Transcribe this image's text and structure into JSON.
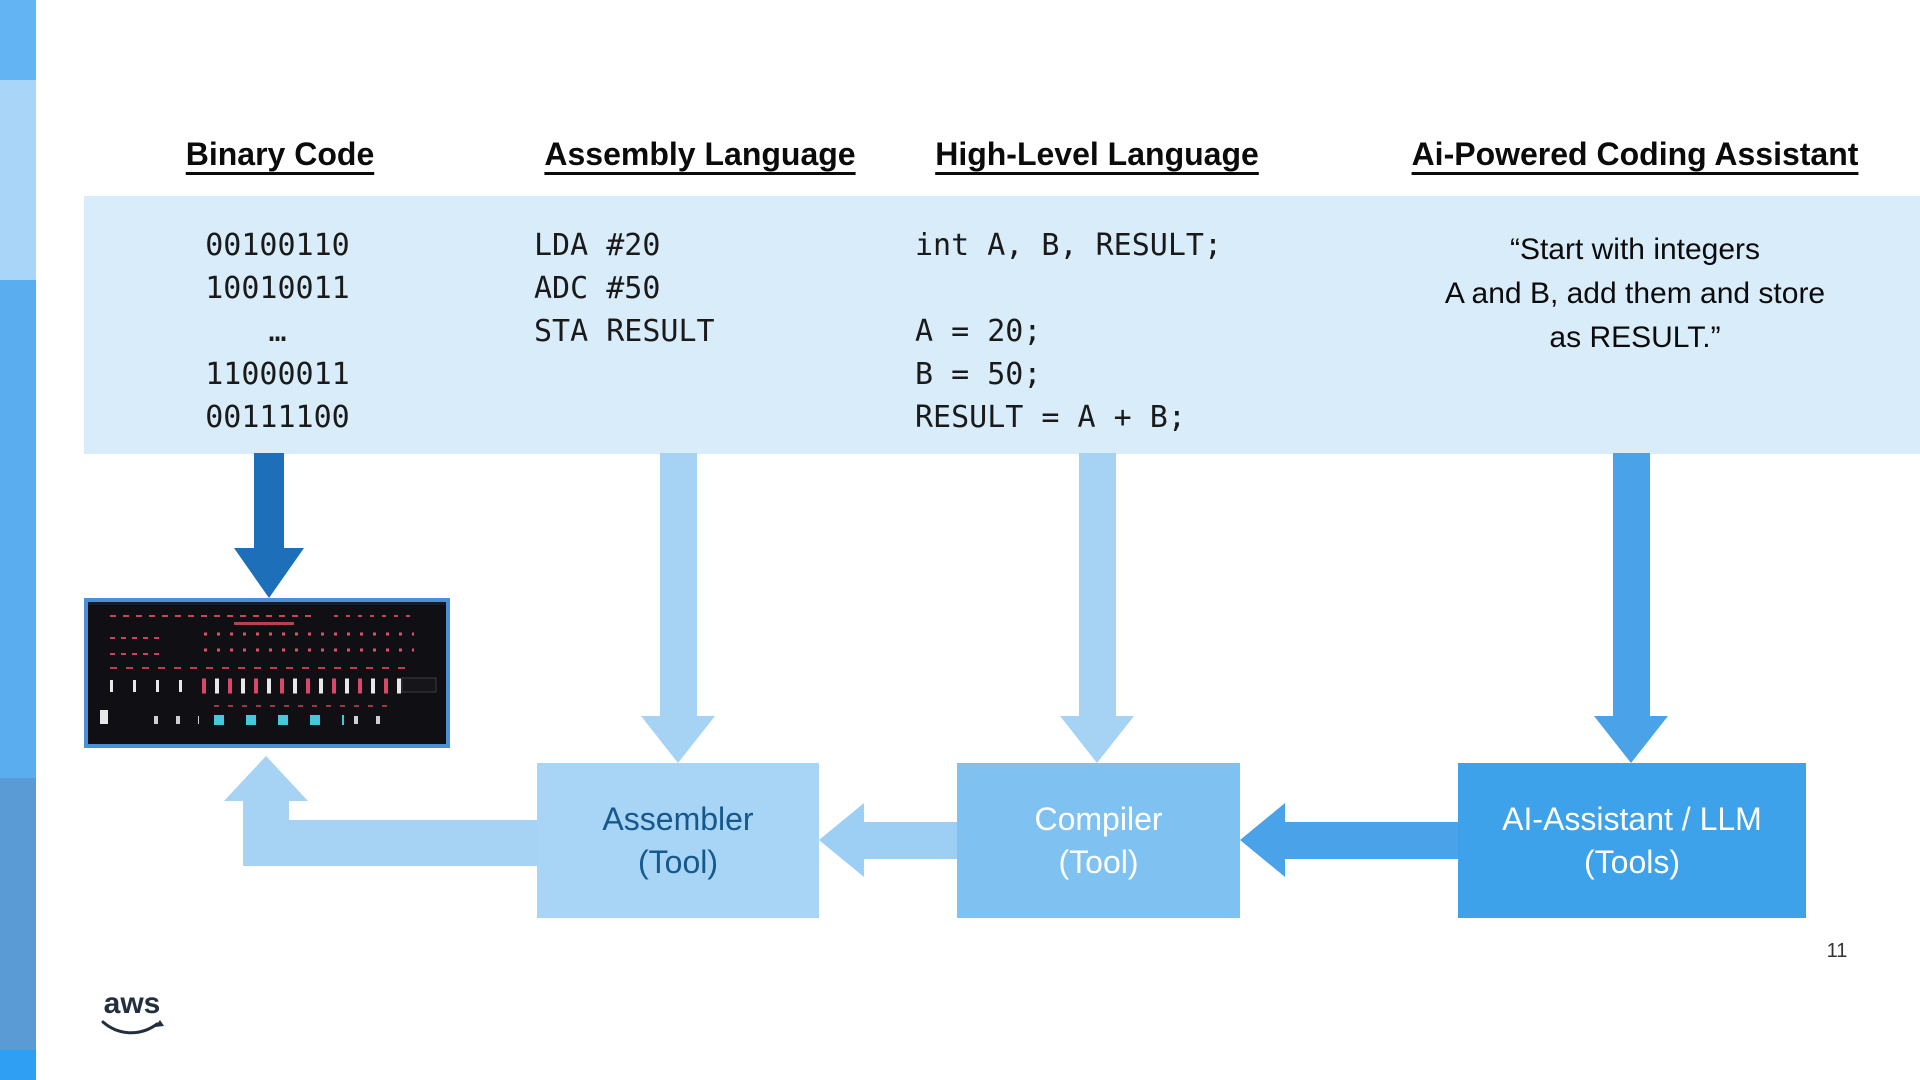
{
  "slide": {
    "page_number": "11",
    "logo_text": "aws"
  },
  "columns": [
    {
      "header": "Binary Code",
      "code": "00100110\n10010011\n…\n11000011\n00111100"
    },
    {
      "header": "Assembly Language",
      "code": "LDA #20\nADC #50\nSTA RESULT"
    },
    {
      "header": "High-Level Language",
      "code": "int A, B, RESULT;\n\nA = 20;\nB = 50;\nRESULT = A + B;"
    },
    {
      "header": "Ai-Powered Coding Assistant",
      "code": "“Start with integers\nA and B, add them and store\nas RESULT.”"
    }
  ],
  "tools": [
    {
      "label": "Assembler\n(Tool)"
    },
    {
      "label": "Compiler\n(Tool)"
    },
    {
      "label": "AI-Assistant / LLM\n(Tools)"
    }
  ],
  "colors": {
    "band_background": "#d9ecfa",
    "dark_arrow": "#1c6fb8",
    "light_arrow": "#a6d3f4",
    "medium_arrow": "#4aa3e8",
    "assembler_box": "#a8d4f6",
    "compiler_box": "#7fc2f1",
    "ai_box": "#3da2ea",
    "assembler_box_text": "#15588c"
  }
}
